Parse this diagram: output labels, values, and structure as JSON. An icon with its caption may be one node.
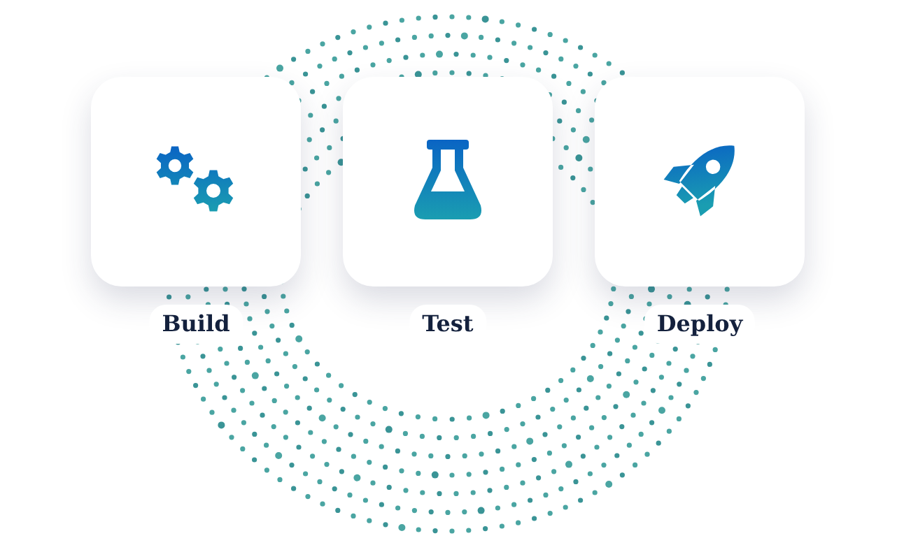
{
  "diagram": {
    "nodes": [
      {
        "text": [
          "Build"
        ]
      },
      {
        "text": [
          "Test"
        ]
      },
      {
        "text": [
          "Deploy"
        ]
      }
    ]
  }
}
